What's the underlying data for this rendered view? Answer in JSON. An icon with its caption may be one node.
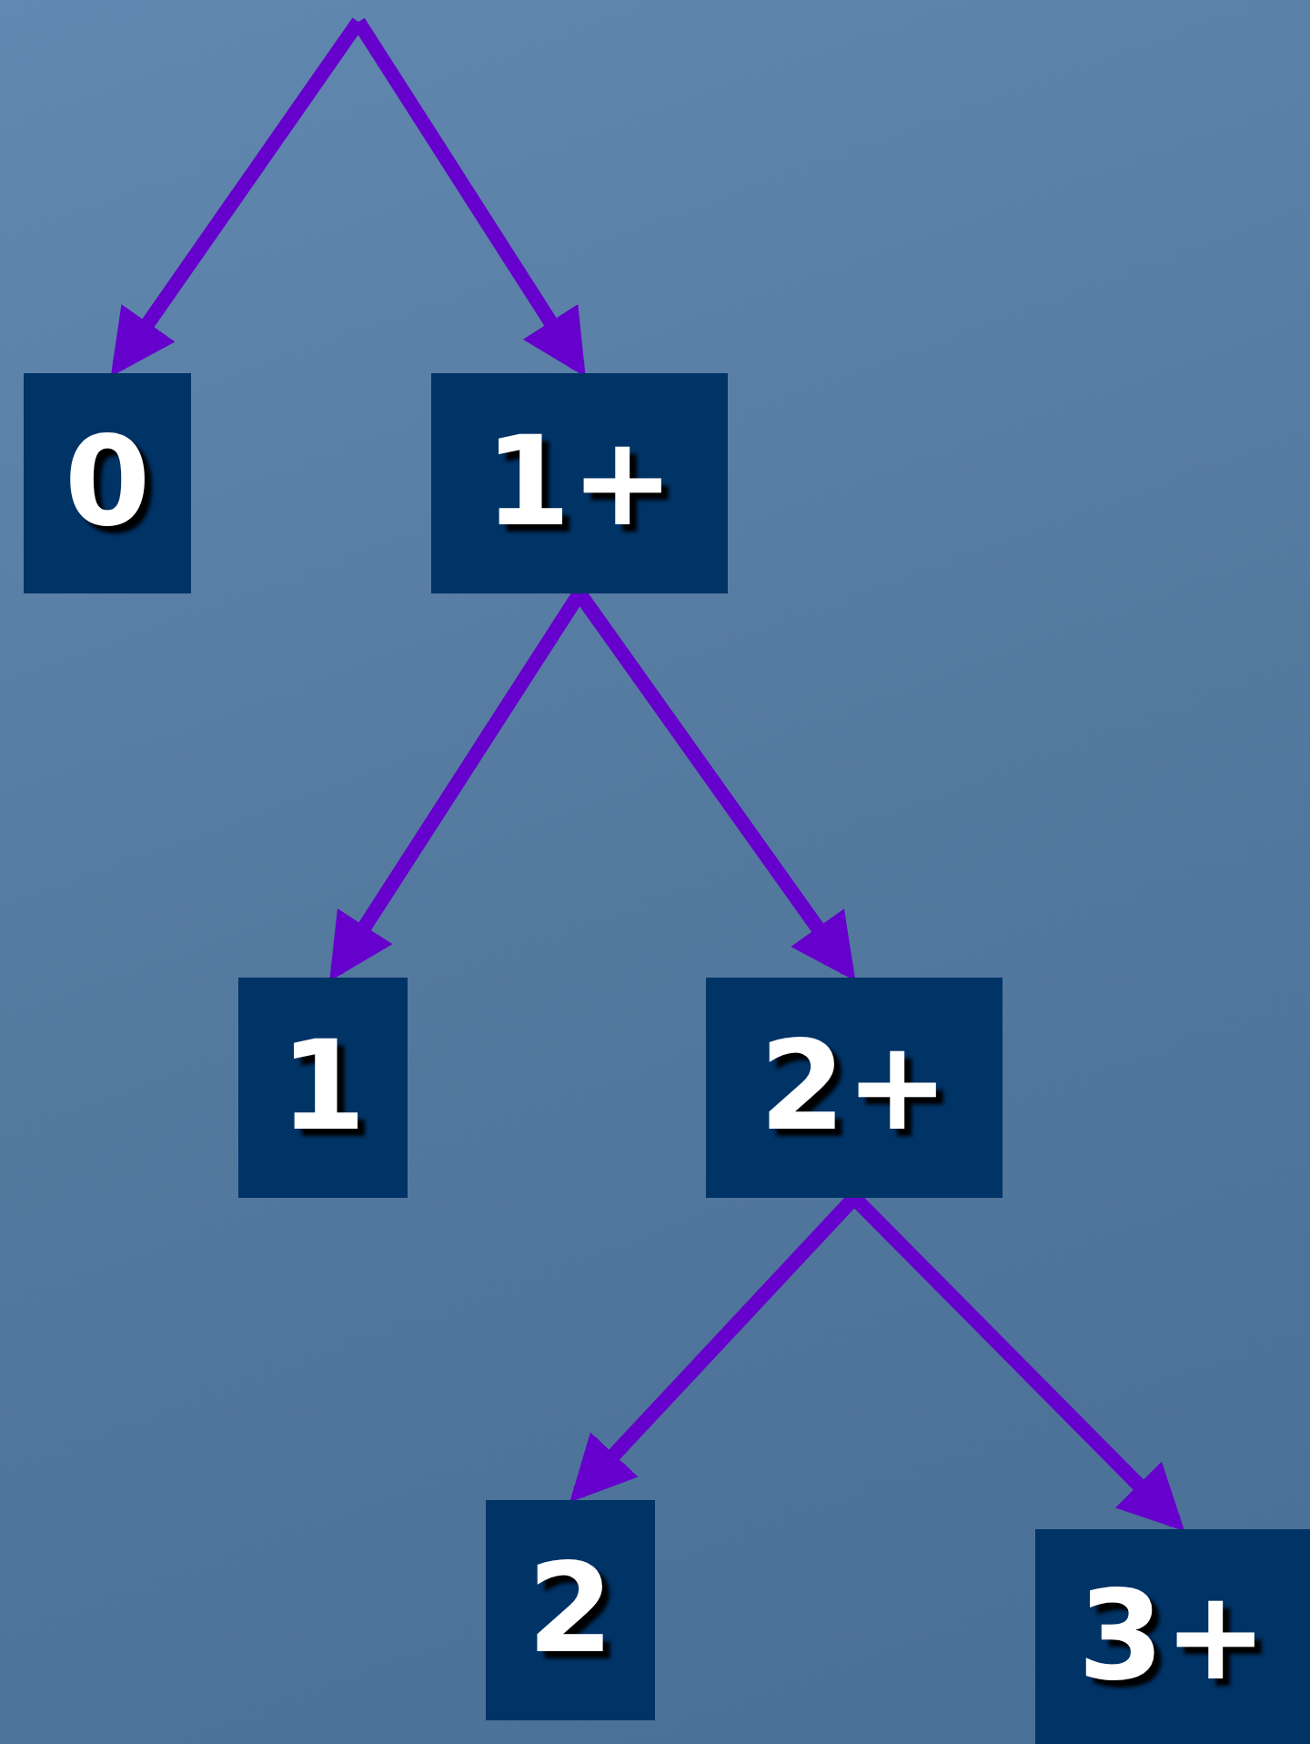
{
  "diagram": {
    "nodes": [
      {
        "text": [
          "0"
        ]
      },
      {
        "text": [
          "1+"
        ]
      },
      {
        "text": [
          "1"
        ]
      },
      {
        "text": [
          "2+"
        ]
      },
      {
        "text": [
          "2"
        ]
      },
      {
        "text": [
          "3+"
        ]
      }
    ],
    "edges": [
      {
        "from": null,
        "to": 0,
        "arrow": "to"
      },
      {
        "from": null,
        "to": 1,
        "arrow": "to"
      },
      {
        "from": 1,
        "to": 2,
        "arrow": "to"
      },
      {
        "from": 1,
        "to": 3,
        "arrow": "to"
      },
      {
        "from": 3,
        "to": 4,
        "arrow": "to"
      },
      {
        "from": 3,
        "to": 5,
        "arrow": "to"
      }
    ]
  }
}
